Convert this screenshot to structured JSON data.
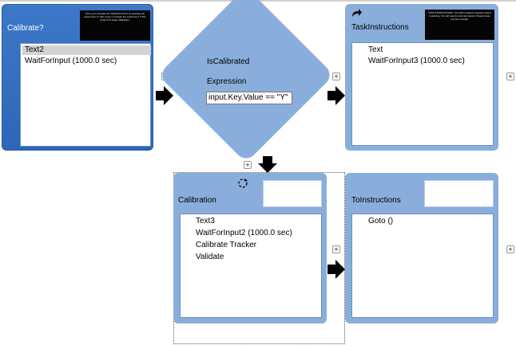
{
  "nodes": {
    "calibrate": {
      "title": "Calibrate?",
      "thumb_text": "Once you complete the TaskInstructions by pressing the experiment. If YES, press Y to begin the experiment. If NO, press N to begin calibration.",
      "items": [
        "Text2",
        "WaitForInput (1000.0 sec)"
      ]
    },
    "iscalibrated": {
      "title": "IsCalibrated",
      "expression_label": "Expression",
      "expression_value": "input.Key.Value == \"Y\""
    },
    "taskinstructions": {
      "title": "TaskInstructions",
      "thumb_text": "TASK INSTRUCTIONS. You will be asked a question about a painting. You will need to look and decide. Please press any key to begin.",
      "items": [
        "Text",
        "WaitForInput3 (1000.0 sec)"
      ]
    },
    "calibration": {
      "title": "Calibration",
      "items": [
        "Text3",
        "WaitForInput2 (1000.0 sec)",
        "Calibrate Tracker",
        "Validate"
      ]
    },
    "toinstructions": {
      "title": "ToInstructions",
      "items": [
        "Goto ()"
      ]
    }
  },
  "add_button_label": "+",
  "colors": {
    "node_fill": "#8aaedc",
    "selected_node_fill": "#2d66b8",
    "arrow": "#000000"
  },
  "icons": [
    "share-arrow-icon",
    "loop-icon",
    "arrow-right-icon",
    "arrow-down-icon",
    "plus-icon"
  ]
}
